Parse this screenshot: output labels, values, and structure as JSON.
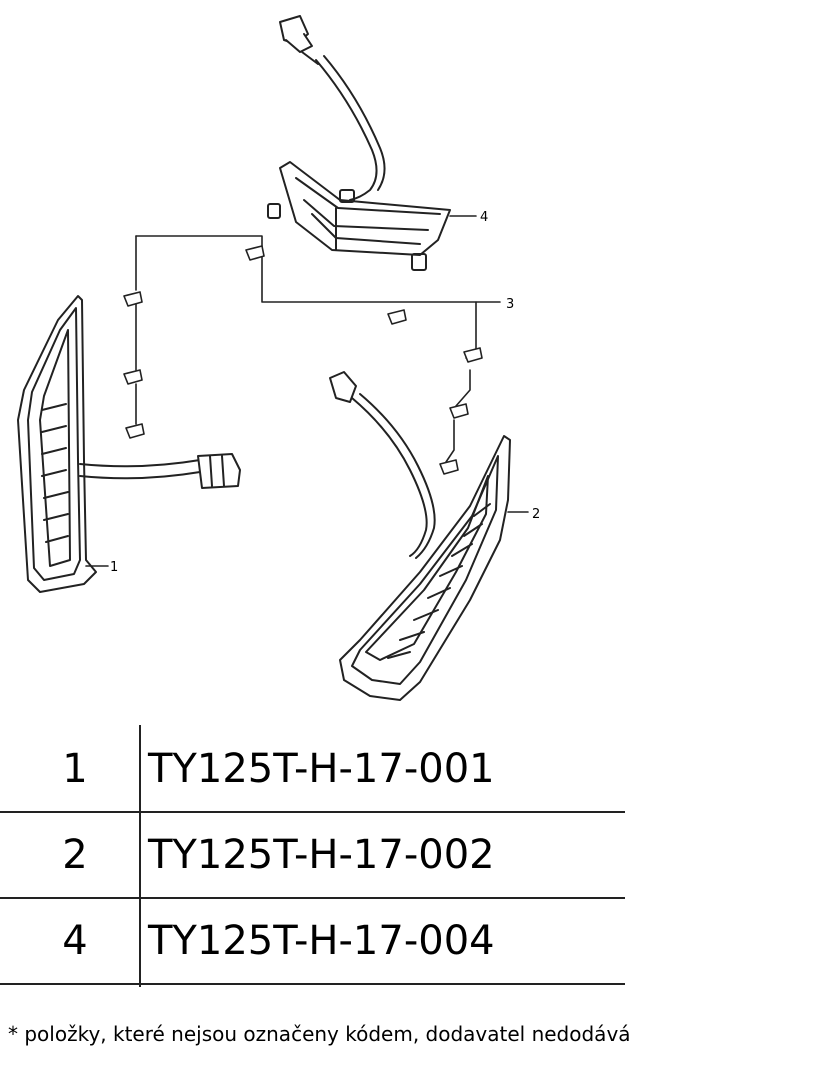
{
  "callouts": {
    "c1": "1",
    "c2": "2",
    "c3": "3",
    "c4": "4"
  },
  "parts": [
    {
      "num": "1",
      "code": "TY125T-H-17-001"
    },
    {
      "num": "2",
      "code": "TY125T-H-17-002"
    },
    {
      "num": "4",
      "code": "TY125T-H-17-004"
    }
  ],
  "footnote": "* položky, které nejsou označeny kódem, dodavatel nedodává"
}
